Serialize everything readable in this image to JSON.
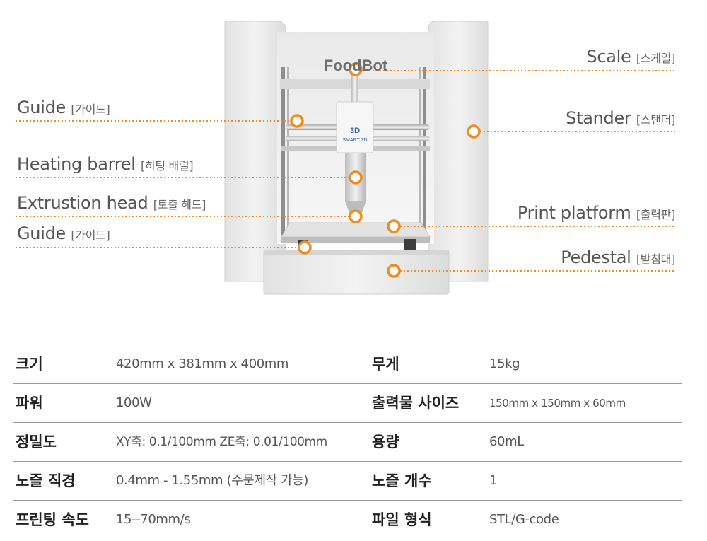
{
  "machine": {
    "brand": "FoodBot",
    "badge_mark": "3D",
    "badge_text": "SMART 3D"
  },
  "callouts": [
    {
      "en": "Scale",
      "ko": "[스케일]"
    },
    {
      "en": "Guide",
      "ko": "[가이드]"
    },
    {
      "en": "Stander",
      "ko": "[스탠더]"
    },
    {
      "en": "Heating barrel",
      "ko": "[히팅 배럴]"
    },
    {
      "en": "Extrustion head",
      "ko": "[토출 헤드]"
    },
    {
      "en": "Print platform",
      "ko": "[출력판]"
    },
    {
      "en": "Guide",
      "ko": "[가이드]"
    },
    {
      "en": "Pedestal",
      "ko": "[받침대]"
    }
  ],
  "specs": [
    {
      "k1": "크기",
      "v1": "420mm x 381mm x 400mm",
      "k2": "무게",
      "v2": "15kg"
    },
    {
      "k1": "파워",
      "v1": "100W",
      "k2": "출력물 사이즈",
      "v2": "150mm x 150mm x 60mm"
    },
    {
      "k1": "정밀도",
      "v1": "XY축: 0.1/100mm  ZE축: 0.01/100mm",
      "k2": "용량",
      "v2": "60mL"
    },
    {
      "k1": "노즐 직경",
      "v1": "0.4mm - 1.55mm (주문제작 가능)",
      "k2": "노즐 개수",
      "v2": "1"
    },
    {
      "k1": "프린팅 속도",
      "v1": "15--70mm/s",
      "k2": "파일 형식",
      "v2": "STL/G-code"
    }
  ],
  "colors": {
    "accent": "#F08C1E",
    "body": "#EDEDED",
    "text": "#555555"
  }
}
